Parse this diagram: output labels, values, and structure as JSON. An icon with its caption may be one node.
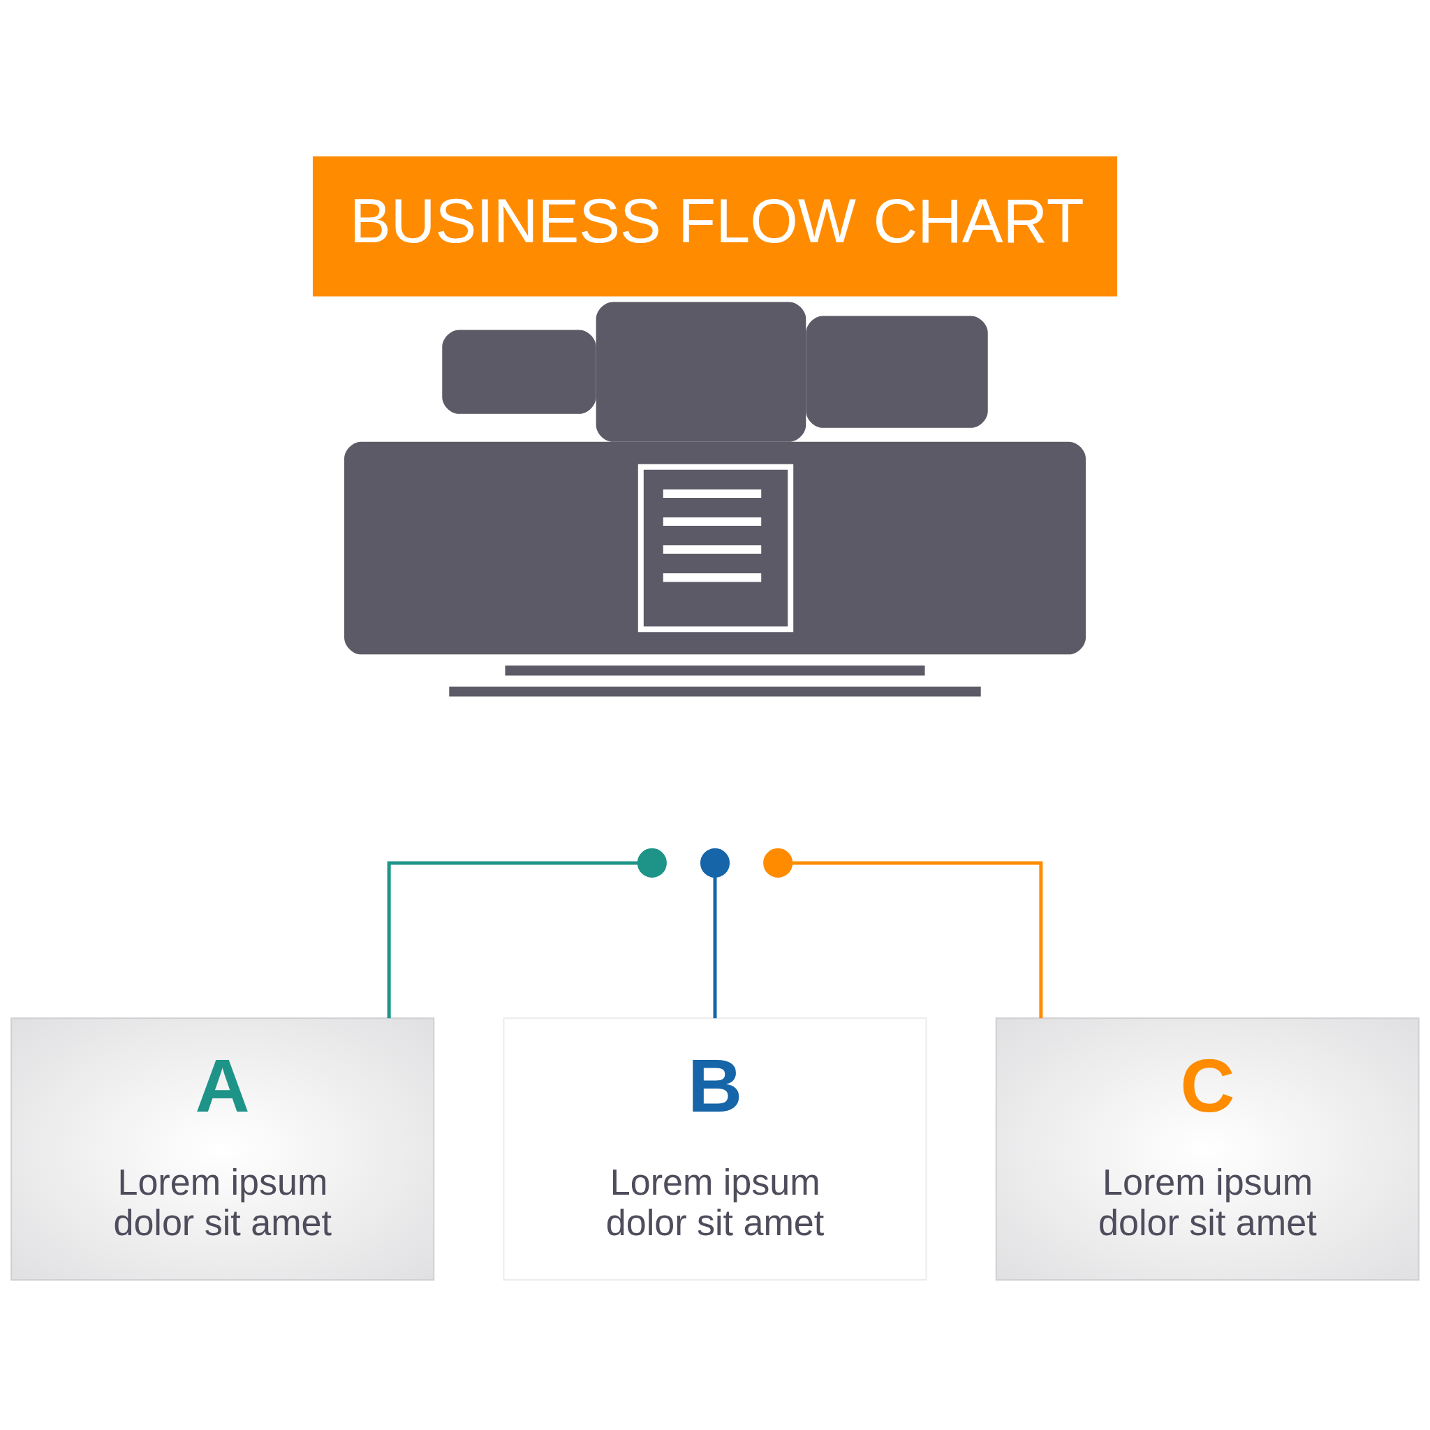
{
  "diagram": {
    "title": "BUSINESS FLOW CHART",
    "nodes": [
      {
        "text": [],
        "shape": "picture"
      },
      {
        "text": [],
        "shape": "circle"
      },
      {
        "text": [],
        "shape": "circle"
      },
      {
        "text": [],
        "shape": "circle"
      },
      {
        "text": [
          "A",
          "Lorem ipsum dolor sit amet"
        ]
      },
      {
        "text": [
          "B",
          "Lorem ipsum dolor sit amet"
        ]
      },
      {
        "text": [
          "C",
          "Lorem ipsum dolor sit amet"
        ]
      }
    ],
    "edges": [
      {
        "from": 1,
        "to": 4,
        "arrow": "none",
        "color": "#1e9488"
      },
      {
        "from": 2,
        "to": 5,
        "arrow": "none",
        "color": "#1565a8"
      },
      {
        "from": 3,
        "to": 6,
        "arrow": "none",
        "color": "#ff8c00"
      }
    ]
  }
}
